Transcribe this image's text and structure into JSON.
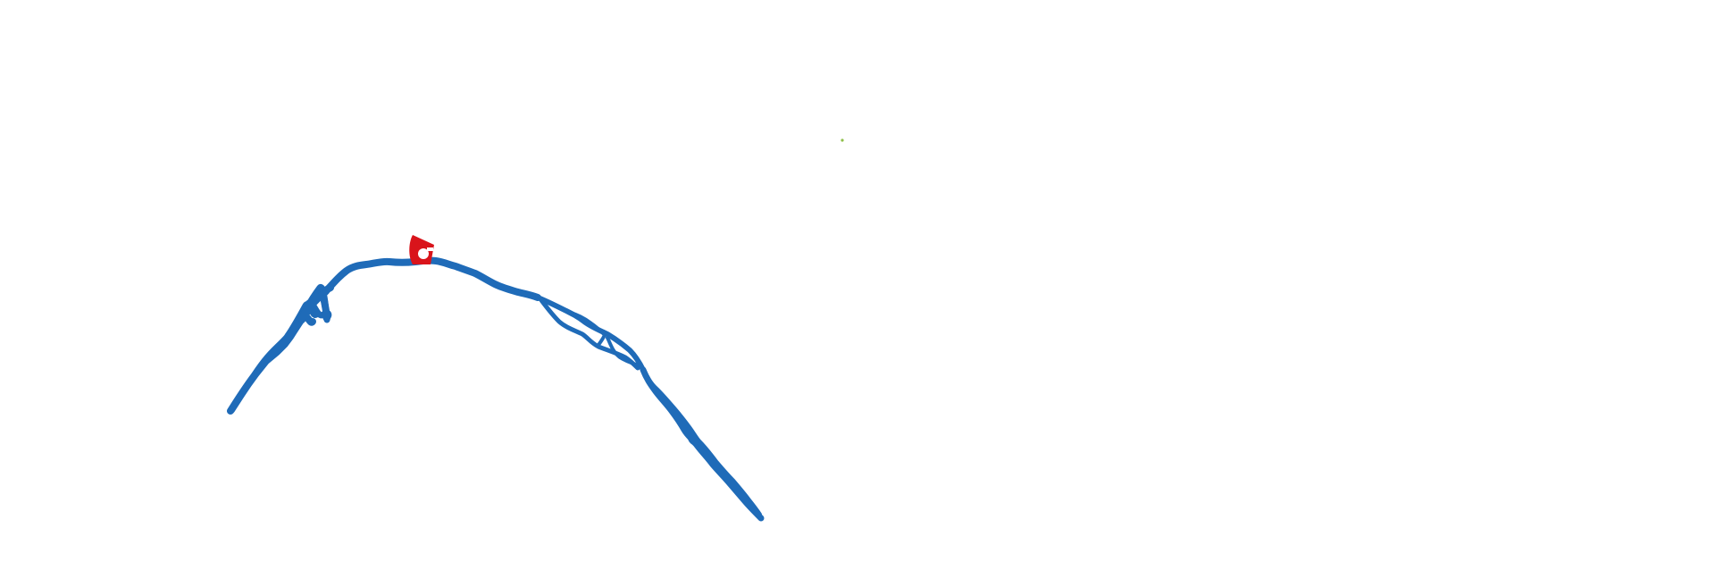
{
  "map": {
    "background_color": "#ffffff",
    "layers": [
      {
        "name": "river",
        "color": "#1f6bb8"
      },
      {
        "name": "landmark",
        "color": "#d9141b"
      },
      {
        "name": "speck",
        "color": "#8fbf4a"
      }
    ]
  }
}
